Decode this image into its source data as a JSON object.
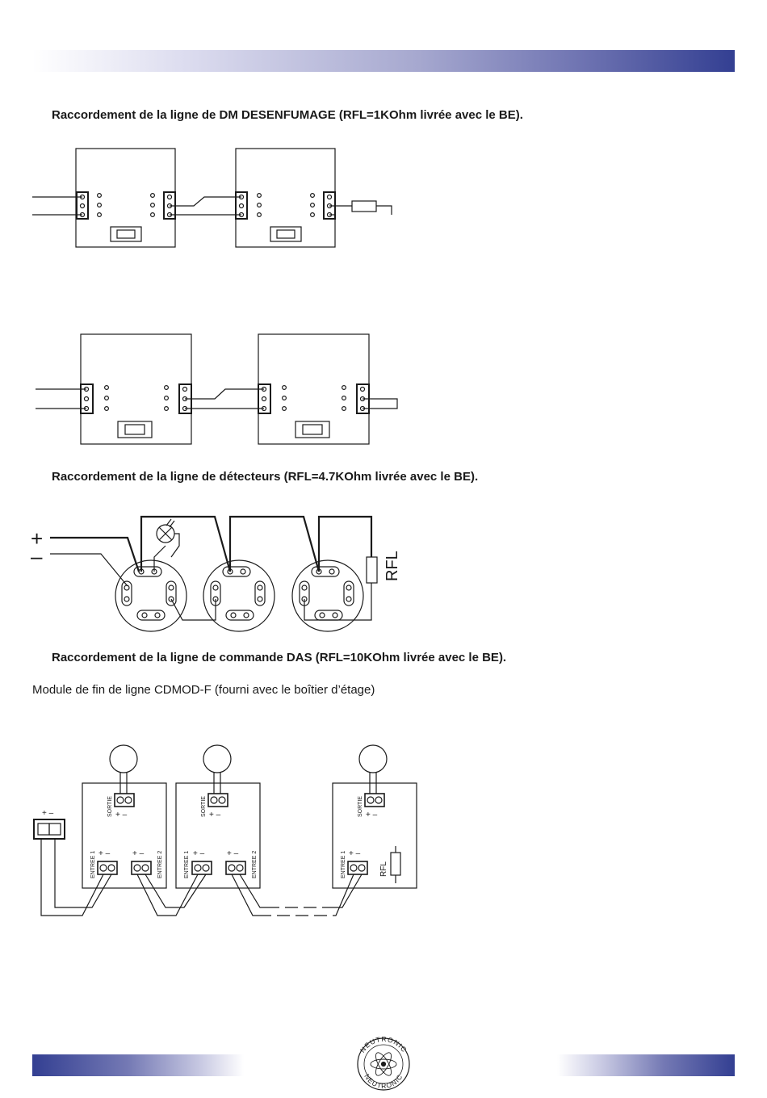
{
  "headings": {
    "dm": "Raccordement de la ligne de DM DESENFUMAGE (RFL=1KOhm livrée avec le BE).",
    "detect": "Raccordement de la ligne de détecteurs (RFL=4.7KOhm livrée avec le BE).",
    "das": "Raccordement de la ligne de commande DAS (RFL=10KOhm livrée avec le BE)."
  },
  "note": "Module de fin de ligne  CDMOD-F (fourni avec le boîtier d’étage)",
  "detector_diagram": {
    "plus": "+",
    "minus": "–",
    "rfl": "RFL"
  },
  "das_diagram": {
    "sortie": "SORTIE",
    "entree1": "ENTREE 1",
    "entree2": "ENTREE 2",
    "plus_minus": "+  –",
    "rfl": "RFL"
  },
  "logo": {
    "text_top": "NEUTRONIC",
    "text_bottom": "NEUTRONIC"
  },
  "colors": {
    "band_dark": "#333f92",
    "band_light": "#ffffff",
    "line": "#1a1a1a"
  }
}
